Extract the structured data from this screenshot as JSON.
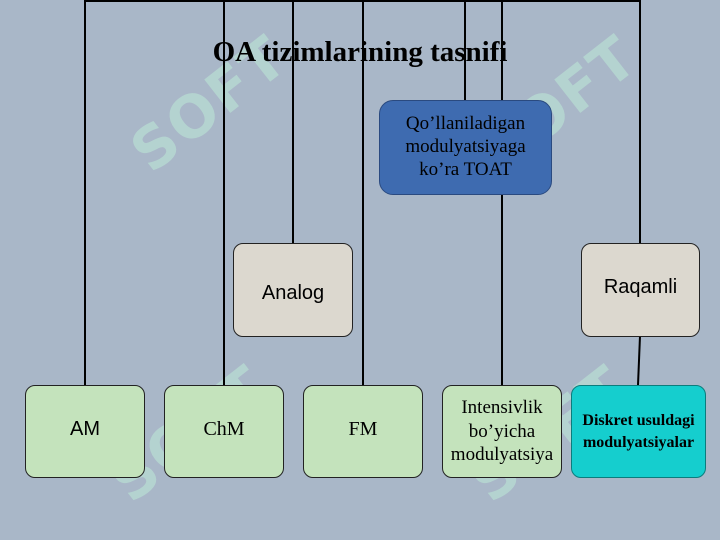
{
  "title": "OA tizimlarining tasnifi",
  "watermark": "SOFT",
  "colors": {
    "background": "#a9b7c8",
    "green_box": "#c4e3bc",
    "beige_box": "#dcd8cf",
    "blue_box": "#3e6bb0",
    "cyan_box": "#15cece"
  },
  "nodes": {
    "toat": "Qo’llaniladigan modulyatsiyaga ko’ra TOAT",
    "analog": "Analog",
    "raqamli": "Raqamli",
    "am": "AM",
    "chm": "ChM",
    "fm": "FM",
    "intensivlik": "Intensivlik bo’yicha modulyatsiya",
    "diskret": "Diskret usuldagi modulyatsiyalar"
  }
}
